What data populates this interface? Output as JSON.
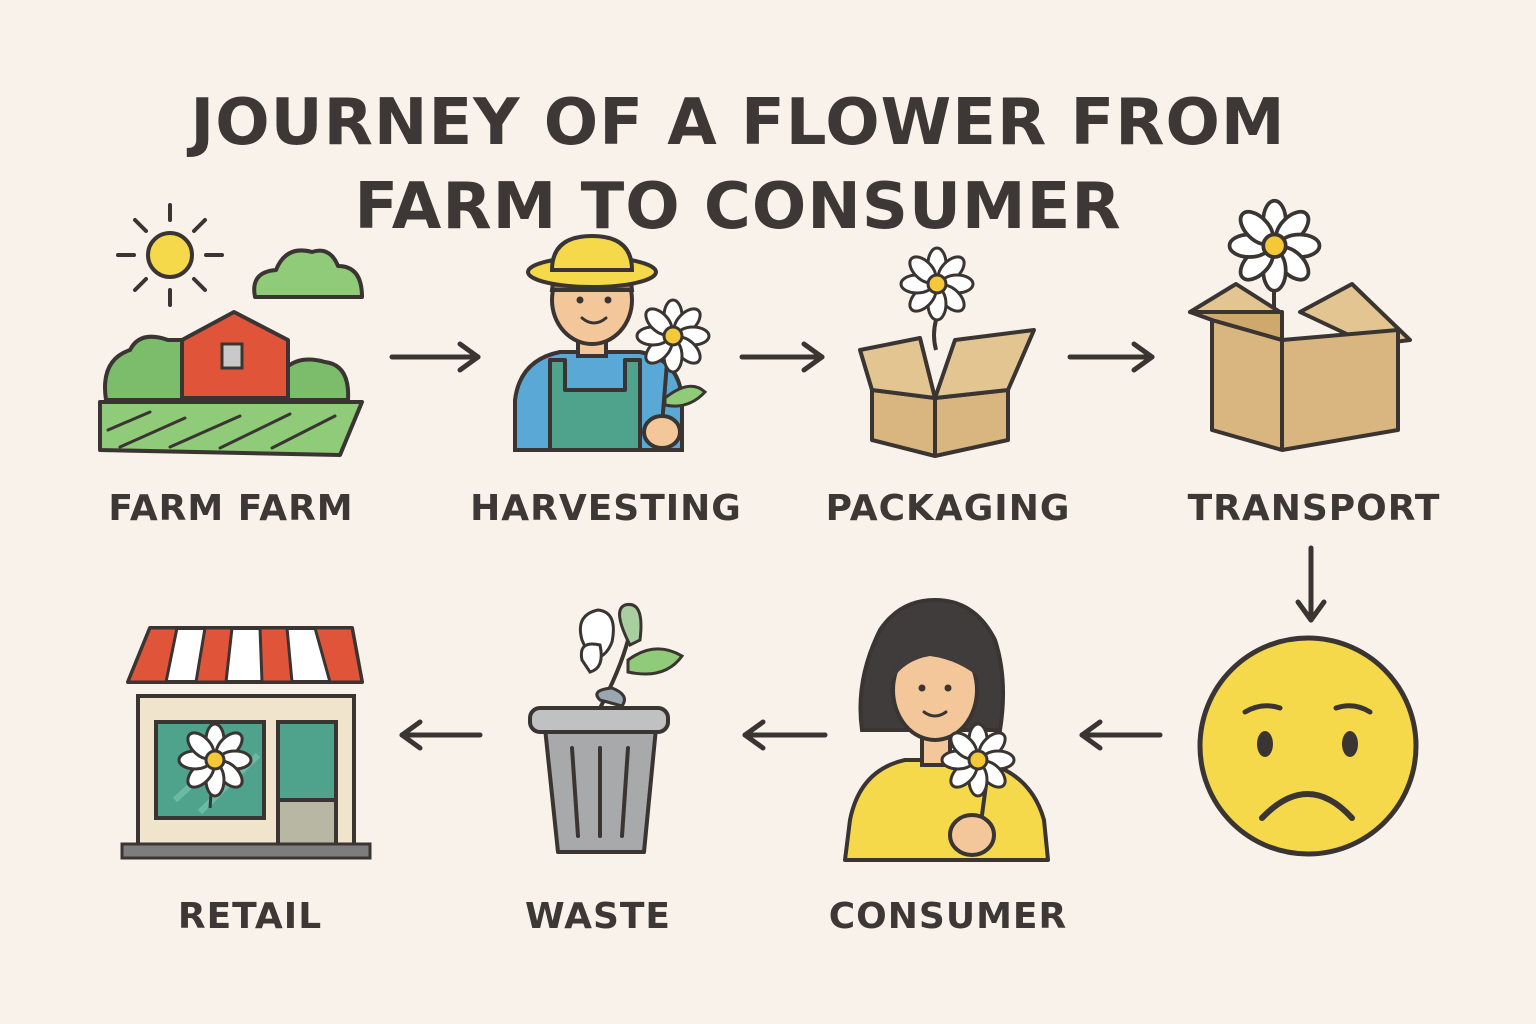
{
  "title": {
    "line1": "JOURNEY OF A FLOWER FROM",
    "line2": "FARM TO CONSUMER"
  },
  "steps": [
    {
      "label": "FARM FARM",
      "icon": "farm-icon"
    },
    {
      "label": "HARVESTING",
      "icon": "farmer-icon"
    },
    {
      "label": "PACKAGING",
      "icon": "box-flower-icon"
    },
    {
      "label": "TRANSPORT",
      "icon": "open-box-flower-icon"
    },
    {
      "label": "",
      "icon": "sad-face-icon"
    },
    {
      "label": "CONSUMER",
      "icon": "woman-flower-icon"
    },
    {
      "label": "WASTE",
      "icon": "trash-can-icon"
    },
    {
      "label": "RETAIL",
      "icon": "shop-icon"
    }
  ],
  "colors": {
    "background": "#f8f2ea",
    "text": "#3d3835",
    "accent_yellow": "#f5d94a",
    "accent_red": "#e0553a",
    "accent_green": "#7cbd6b",
    "box_tan": "#d9b680"
  }
}
